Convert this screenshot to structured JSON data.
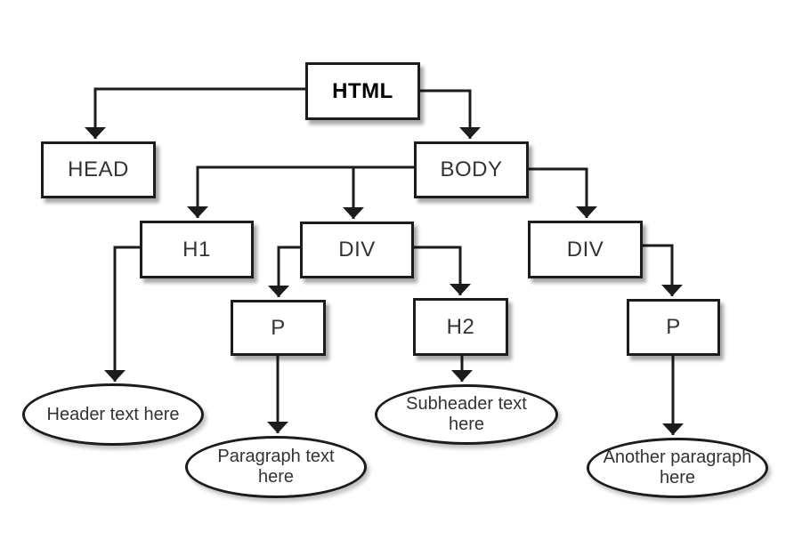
{
  "diagram": {
    "type": "tree",
    "description": "HTML DOM tree diagram",
    "colors": {
      "background": "#ffffff",
      "stroke": "#1c1c1c",
      "node_fill": "#ffffff",
      "label": "#333333",
      "root_label": "#000000"
    },
    "nodes": {
      "html": {
        "label": "HTML",
        "shape": "box",
        "emphasis": "bold"
      },
      "head": {
        "label": "HEAD",
        "shape": "box"
      },
      "body": {
        "label": "BODY",
        "shape": "box"
      },
      "h1": {
        "label": "H1",
        "shape": "box"
      },
      "div1": {
        "label": "DIV",
        "shape": "box"
      },
      "div2": {
        "label": "DIV",
        "shape": "box"
      },
      "p1": {
        "label": "P",
        "shape": "box"
      },
      "h2": {
        "label": "H2",
        "shape": "box"
      },
      "p2": {
        "label": "P",
        "shape": "box"
      },
      "header_text": {
        "label": "Header text here",
        "shape": "ellipse"
      },
      "paragraph_text": {
        "label": "Paragraph text\nhere",
        "shape": "ellipse"
      },
      "subheader_text": {
        "label": "Subheader text\nhere",
        "shape": "ellipse"
      },
      "another_paragraph": {
        "label": "Another paragraph\nhere",
        "shape": "ellipse"
      }
    },
    "edges": [
      {
        "from": "html",
        "to": "head"
      },
      {
        "from": "html",
        "to": "body"
      },
      {
        "from": "body",
        "to": "h1"
      },
      {
        "from": "body",
        "to": "div1"
      },
      {
        "from": "body",
        "to": "div2"
      },
      {
        "from": "h1",
        "to": "header_text"
      },
      {
        "from": "div1",
        "to": "p1"
      },
      {
        "from": "div1",
        "to": "h2"
      },
      {
        "from": "p1",
        "to": "paragraph_text"
      },
      {
        "from": "h2",
        "to": "subheader_text"
      },
      {
        "from": "div2",
        "to": "p2"
      },
      {
        "from": "p2",
        "to": "another_paragraph"
      }
    ]
  }
}
